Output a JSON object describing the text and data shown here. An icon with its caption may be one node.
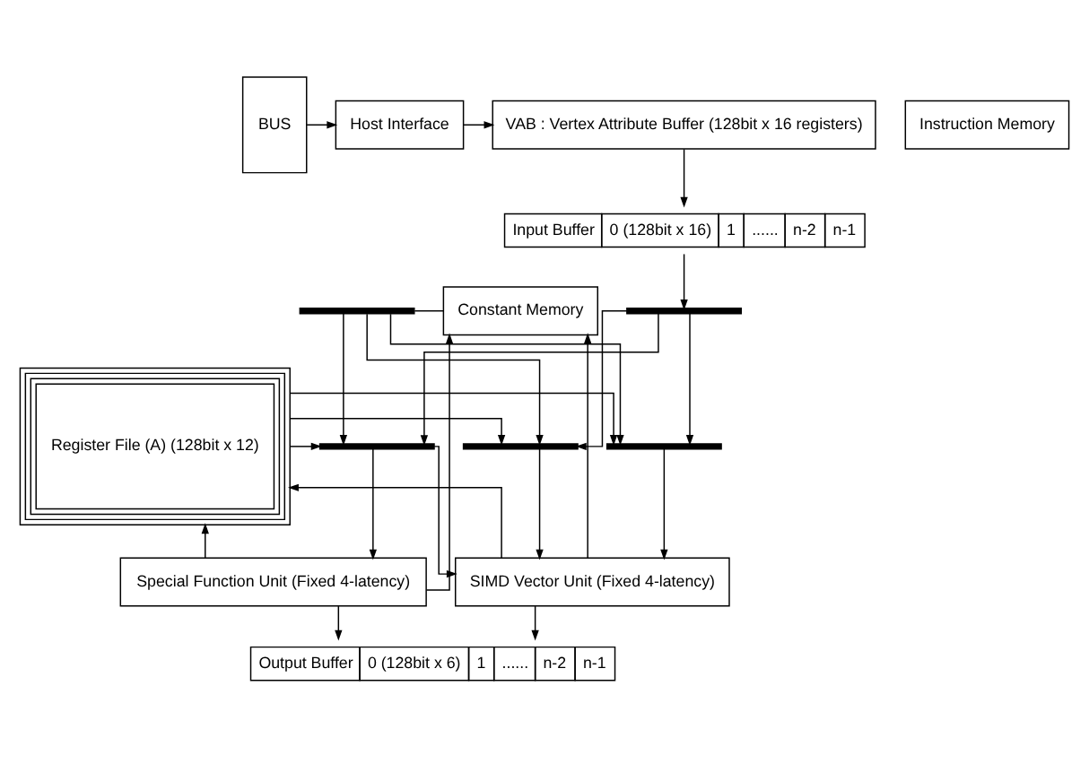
{
  "diagram": {
    "nodes": [
      {
        "text": [
          "BUS"
        ]
      },
      {
        "text": [
          "Host Interface"
        ]
      },
      {
        "text": [
          "VAB : Vertex Attribute Buffer (128bit x 16 registers)"
        ]
      },
      {
        "text": [
          "Instruction Memory"
        ]
      },
      {
        "text": [
          "Input Buffer",
          "0 (128bit x 16)",
          "1",
          "......",
          "n-2",
          "n-1"
        ]
      },
      {
        "text": [
          "Constant Memory"
        ]
      },
      {
        "text": [
          "Register File (A) (128bit x 12)"
        ]
      },
      {
        "text": [],
        "shape": "bar"
      },
      {
        "text": [],
        "shape": "bar"
      },
      {
        "text": [],
        "shape": "bar"
      },
      {
        "text": [],
        "shape": "bar"
      },
      {
        "text": [],
        "shape": "bar"
      },
      {
        "text": [
          "SIMD Vector Unit (Fixed 4-latency)"
        ]
      },
      {
        "text": [
          "Special Function Unit (Fixed 4-latency)"
        ]
      },
      {
        "text": [
          "Output Buffer",
          "0 (128bit x 6)",
          "1",
          "......",
          "n-2",
          "n-1"
        ]
      }
    ],
    "edges": [
      {
        "from": 0,
        "to": 1,
        "arrow": "to"
      },
      {
        "from": 1,
        "to": 2,
        "arrow": "to"
      },
      {
        "from": 2,
        "to": 4,
        "arrow": "to"
      },
      {
        "from": 4,
        "to": 7,
        "arrow": "to"
      },
      {
        "from": 5,
        "to": 8,
        "arrow": "none"
      },
      {
        "from": 6,
        "to": 9,
        "arrow": "to"
      },
      {
        "from": 7,
        "to": 9,
        "arrow": "to"
      },
      {
        "from": 8,
        "to": 9,
        "arrow": "to"
      },
      {
        "from": 6,
        "to": 10,
        "arrow": "to"
      },
      {
        "from": 7,
        "to": 10,
        "arrow": "to"
      },
      {
        "from": 8,
        "to": 10,
        "arrow": "to"
      },
      {
        "from": 6,
        "to": 11,
        "arrow": "to"
      },
      {
        "from": 7,
        "to": 11,
        "arrow": "to"
      },
      {
        "from": 8,
        "to": 11,
        "arrow": "to"
      },
      {
        "from": 9,
        "to": 12,
        "arrow": "to"
      },
      {
        "from": 10,
        "to": 12,
        "arrow": "to"
      },
      {
        "from": 11,
        "to": 12,
        "arrow": "to"
      },
      {
        "from": 11,
        "to": 13,
        "arrow": "to"
      },
      {
        "from": 12,
        "to": 14,
        "arrow": "to"
      },
      {
        "from": 13,
        "to": 14,
        "arrow": "to"
      },
      {
        "from": 12,
        "to": 6,
        "arrow": "to"
      },
      {
        "from": 13,
        "to": 6,
        "arrow": "to"
      },
      {
        "from": 12,
        "to": 5,
        "arrow": "to"
      },
      {
        "from": 13,
        "to": 5,
        "arrow": "to"
      }
    ]
  }
}
